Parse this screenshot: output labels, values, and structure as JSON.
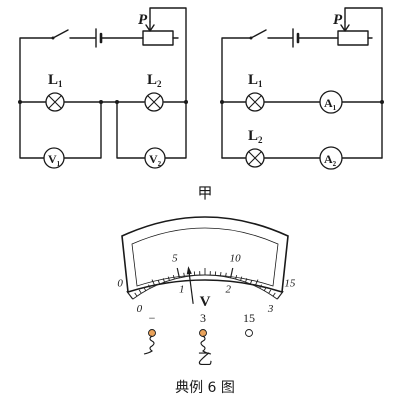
{
  "left_circuit": {
    "lamp1": "L",
    "lamp1_sub": "1",
    "lamp2": "L",
    "lamp2_sub": "2",
    "rheostat": "P",
    "meter1": "V",
    "meter1_sub": "1",
    "meter2": "V",
    "meter2_sub": "2"
  },
  "right_circuit": {
    "lamp1": "L",
    "lamp1_sub": "1",
    "lamp2": "L",
    "lamp2_sub": "2",
    "rheostat": "P",
    "meter1": "A",
    "meter1_sub": "1",
    "meter2": "A",
    "meter2_sub": "2"
  },
  "label_jia": "甲",
  "voltmeter": {
    "upper_scale": [
      "0",
      "5",
      "10",
      "15"
    ],
    "lower_scale": [
      "0",
      "1",
      "2",
      "3"
    ],
    "unit": "V",
    "terminals": [
      "−",
      "3",
      "15"
    ],
    "needle_value": 1.2,
    "needle_scale_max": 3
  },
  "label_yi": "乙",
  "caption": "典例 6 图"
}
